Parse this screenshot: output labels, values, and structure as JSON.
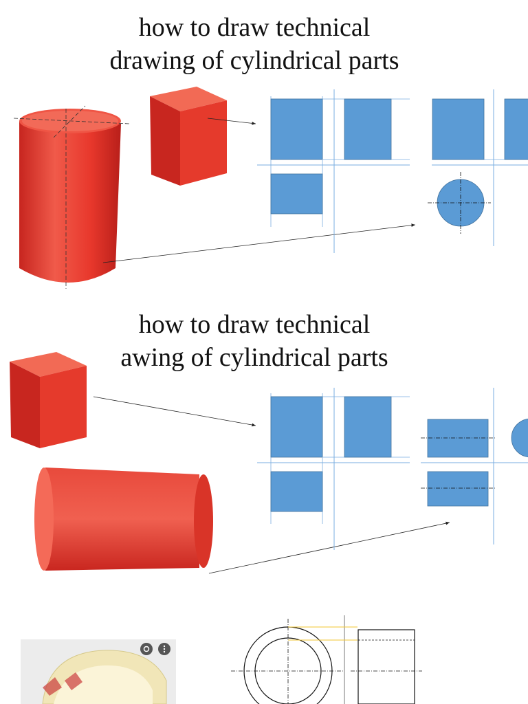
{
  "section1": {
    "title_line1": "how to draw technical",
    "title_line2": "drawing of cylindrical parts"
  },
  "section2": {
    "title_line1": "how to draw technical",
    "title_line2": "awing of cylindrical parts"
  },
  "colors": {
    "view_fill": "#5b9bd5",
    "view_stroke": "#41719c",
    "projection_line": "#7aaee0",
    "object_red": "#e5302a",
    "tape_hidden_line": "#f2c531"
  },
  "icons": [
    "google-lens-icon",
    "more-vert-icon"
  ]
}
